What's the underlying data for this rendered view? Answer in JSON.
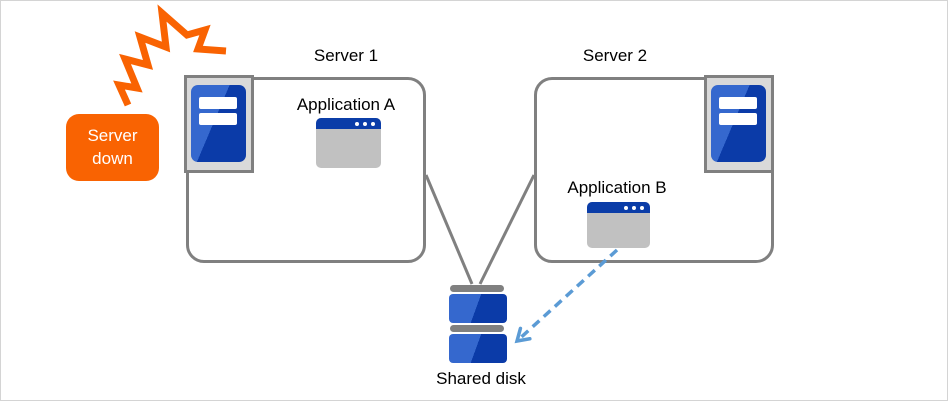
{
  "callout": {
    "text": "Server down",
    "line1": "Server",
    "line2": "down"
  },
  "servers": [
    {
      "label": "Server 1",
      "app": "Application A"
    },
    {
      "label": "Server 2",
      "app": "Application B"
    }
  ],
  "disk": {
    "label": "Shared disk"
  },
  "icons": {
    "failure": "lightning-bolt-icon",
    "server": "server-tower-icon",
    "application": "app-window-icon",
    "storage": "disk-stack-icon",
    "link": "dashed-arrow-icon"
  },
  "colors": {
    "callout_orange": "#f96302",
    "server_blue_light": "#3568ce",
    "server_blue_dark": "#0b3ba8",
    "window_title_blue": "#0b3da8",
    "window_body_gray": "#c1c1c1",
    "frame_gray_fill": "#d9d9d9",
    "border_gray": "#808080",
    "arrow_blue": "#5b9bd5",
    "canvas_border": "#d4d4d4"
  }
}
